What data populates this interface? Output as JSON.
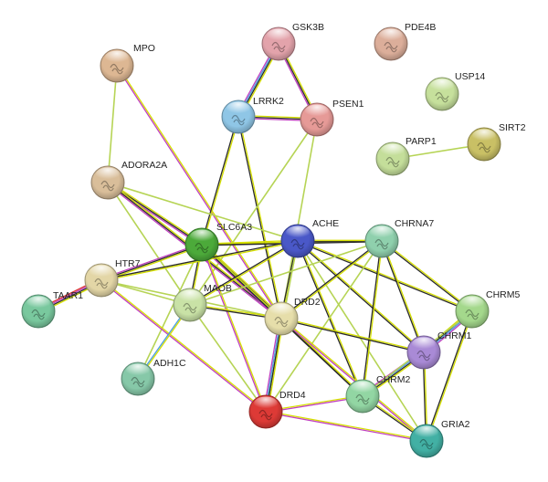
{
  "network": {
    "nodes": [
      {
        "id": "GSK3B",
        "label": "GSK3B",
        "color": "#e3a3ab"
      },
      {
        "id": "PDE4B",
        "label": "PDE4B",
        "color": "#dcae9a"
      },
      {
        "id": "MPO",
        "label": "MPO",
        "color": "#ddb793"
      },
      {
        "id": "USP14",
        "label": "USP14",
        "color": "#c6e09c"
      },
      {
        "id": "LRRK2",
        "label": "LRRK2",
        "color": "#8fc6e6"
      },
      {
        "id": "PSEN1",
        "label": "PSEN1",
        "color": "#e69a97"
      },
      {
        "id": "SIRT2",
        "label": "SIRT2",
        "color": "#c9c065"
      },
      {
        "id": "PARP1",
        "label": "PARP1",
        "color": "#c4de9a"
      },
      {
        "id": "ADORA2A",
        "label": "ADORA2A",
        "color": "#d9be9a"
      },
      {
        "id": "SLC6A3",
        "label": "SLC6A3",
        "color": "#4caa3a"
      },
      {
        "id": "ACHE",
        "label": "ACHE",
        "color": "#4a58c8"
      },
      {
        "id": "CHRNA7",
        "label": "CHRNA7",
        "color": "#8fd0ad"
      },
      {
        "id": "HTR7",
        "label": "HTR7",
        "color": "#e3d6a6"
      },
      {
        "id": "TAAR1",
        "label": "TAAR1",
        "color": "#79c89e"
      },
      {
        "id": "MAOB",
        "label": "MAOB",
        "color": "#c9e2a6"
      },
      {
        "id": "DRD2",
        "label": "DRD2",
        "color": "#e6deaa"
      },
      {
        "id": "CHRM5",
        "label": "CHRM5",
        "color": "#a4d88c"
      },
      {
        "id": "CHRM1",
        "label": "CHRM1",
        "color": "#a98ad6"
      },
      {
        "id": "ADH1C",
        "label": "ADH1C",
        "color": "#86c8a8"
      },
      {
        "id": "DRD4",
        "label": "DRD4",
        "color": "#dd3a36"
      },
      {
        "id": "CHRM2",
        "label": "CHRM2",
        "color": "#92d6a3"
      },
      {
        "id": "GRIA2",
        "label": "GRIA2",
        "color": "#42b0a4"
      }
    ],
    "edges": [
      {
        "source": "GSK3B",
        "target": "LRRK2",
        "colors": [
          "#d6e000",
          "#2a2a2a",
          "#4a9ee0",
          "#c040c0"
        ]
      },
      {
        "source": "GSK3B",
        "target": "PSEN1",
        "colors": [
          "#d6e000",
          "#2a2a2a",
          "#c040c0"
        ]
      },
      {
        "source": "LRRK2",
        "target": "PSEN1",
        "colors": [
          "#d6e000",
          "#2a2a2a",
          "#c040c0"
        ]
      },
      {
        "source": "PARP1",
        "target": "SIRT2",
        "colors": [
          "#b6d455"
        ]
      },
      {
        "source": "MPO",
        "target": "ADORA2A",
        "colors": [
          "#b6d455"
        ]
      },
      {
        "source": "MPO",
        "target": "DRD2",
        "colors": [
          "#d6e000",
          "#c040c0"
        ]
      },
      {
        "source": "LRRK2",
        "target": "SLC6A3",
        "colors": [
          "#d6e000",
          "#2a2a2a"
        ]
      },
      {
        "source": "LRRK2",
        "target": "DRD2",
        "colors": [
          "#d6e000",
          "#2a2a2a"
        ]
      },
      {
        "source": "PSEN1",
        "target": "MAOB",
        "colors": [
          "#b6d455"
        ]
      },
      {
        "source": "PSEN1",
        "target": "DRD2",
        "colors": [
          "#b6d455"
        ]
      },
      {
        "source": "ADORA2A",
        "target": "SLC6A3",
        "colors": [
          "#d6e000",
          "#2a2a2a",
          "#c040c0"
        ]
      },
      {
        "source": "ADORA2A",
        "target": "DRD2",
        "colors": [
          "#d6e000",
          "#2a2a2a",
          "#c040c0"
        ]
      },
      {
        "source": "ADORA2A",
        "target": "MAOB",
        "colors": [
          "#b6d455"
        ]
      },
      {
        "source": "ADORA2A",
        "target": "ACHE",
        "colors": [
          "#b6d455"
        ]
      },
      {
        "source": "SLC6A3",
        "target": "ACHE",
        "colors": [
          "#d6e000",
          "#2a2a2a"
        ]
      },
      {
        "source": "SLC6A3",
        "target": "CHRNA7",
        "colors": [
          "#d6e000",
          "#2a2a2a"
        ]
      },
      {
        "source": "SLC6A3",
        "target": "HTR7",
        "colors": [
          "#d6e000",
          "#2a2a2a",
          "#c040c0"
        ]
      },
      {
        "source": "SLC6A3",
        "target": "MAOB",
        "colors": [
          "#d6e000",
          "#2a2a2a"
        ]
      },
      {
        "source": "SLC6A3",
        "target": "DRD2",
        "colors": [
          "#d6e000",
          "#2a2a2a",
          "#4a9ee0",
          "#c040c0"
        ]
      },
      {
        "source": "SLC6A3",
        "target": "DRD4",
        "colors": [
          "#d6e000",
          "#c040c0"
        ]
      },
      {
        "source": "SLC6A3",
        "target": "CHRM2",
        "colors": [
          "#d6e000",
          "#2a2a2a"
        ]
      },
      {
        "source": "SLC6A3",
        "target": "ADH1C",
        "colors": [
          "#b6d455"
        ]
      },
      {
        "source": "ACHE",
        "target": "CHRNA7",
        "colors": [
          "#d6e000",
          "#2a2a2a"
        ]
      },
      {
        "source": "ACHE",
        "target": "HTR7",
        "colors": [
          "#d6e000",
          "#2a2a2a"
        ]
      },
      {
        "source": "ACHE",
        "target": "MAOB",
        "colors": [
          "#d6e000",
          "#2a2a2a"
        ]
      },
      {
        "source": "ACHE",
        "target": "DRD2",
        "colors": [
          "#d6e000",
          "#2a2a2a"
        ]
      },
      {
        "source": "ACHE",
        "target": "CHRM5",
        "colors": [
          "#d6e000",
          "#2a2a2a"
        ]
      },
      {
        "source": "ACHE",
        "target": "CHRM1",
        "colors": [
          "#d6e000",
          "#2a2a2a"
        ]
      },
      {
        "source": "ACHE",
        "target": "CHRM2",
        "colors": [
          "#d6e000",
          "#2a2a2a"
        ]
      },
      {
        "source": "ACHE",
        "target": "DRD4",
        "colors": [
          "#b6d455"
        ]
      },
      {
        "source": "ACHE",
        "target": "GRIA2",
        "colors": [
          "#b6d455"
        ]
      },
      {
        "source": "CHRNA7",
        "target": "CHRM5",
        "colors": [
          "#d6e000",
          "#2a2a2a"
        ]
      },
      {
        "source": "CHRNA7",
        "target": "CHRM1",
        "colors": [
          "#d6e000",
          "#2a2a2a"
        ]
      },
      {
        "source": "CHRNA7",
        "target": "CHRM2",
        "colors": [
          "#d6e000",
          "#2a2a2a"
        ]
      },
      {
        "source": "CHRNA7",
        "target": "DRD2",
        "colors": [
          "#d6e000",
          "#2a2a2a"
        ]
      },
      {
        "source": "CHRNA7",
        "target": "DRD4",
        "colors": [
          "#b6d455"
        ]
      },
      {
        "source": "CHRNA7",
        "target": "MAOB",
        "colors": [
          "#b6d455"
        ]
      },
      {
        "source": "HTR7",
        "target": "TAAR1",
        "colors": [
          "#d6e000",
          "#2a2a2a",
          "#c040c0",
          "#dd3a36"
        ]
      },
      {
        "source": "HTR7",
        "target": "MAOB",
        "colors": [
          "#b6d455"
        ]
      },
      {
        "source": "HTR7",
        "target": "DRD2",
        "colors": [
          "#b6d455"
        ]
      },
      {
        "source": "HTR7",
        "target": "DRD4",
        "colors": [
          "#d6e000",
          "#c040c0"
        ]
      },
      {
        "source": "MAOB",
        "target": "DRD2",
        "colors": [
          "#d6e000",
          "#2a2a2a"
        ]
      },
      {
        "source": "MAOB",
        "target": "ADH1C",
        "colors": [
          "#d6e000",
          "#4a9ee0"
        ]
      },
      {
        "source": "MAOB",
        "target": "DRD4",
        "colors": [
          "#b6d455"
        ]
      },
      {
        "source": "DRD2",
        "target": "DRD4",
        "colors": [
          "#d6e000",
          "#2a2a2a",
          "#4a9ee0",
          "#c040c0"
        ]
      },
      {
        "source": "DRD2",
        "target": "CHRM1",
        "colors": [
          "#d6e000",
          "#2a2a2a"
        ]
      },
      {
        "source": "DRD2",
        "target": "CHRM2",
        "colors": [
          "#d6e000",
          "#2a2a2a"
        ]
      },
      {
        "source": "DRD2",
        "target": "GRIA2",
        "colors": [
          "#d6e000",
          "#c040c0"
        ]
      },
      {
        "source": "CHRM1",
        "target": "CHRM5",
        "colors": [
          "#d6e000",
          "#2a2a2a",
          "#4a9ee0",
          "#c040c0"
        ]
      },
      {
        "source": "CHRM1",
        "target": "CHRM2",
        "colors": [
          "#d6e000",
          "#2a2a2a",
          "#4a9ee0",
          "#c040c0"
        ]
      },
      {
        "source": "CHRM1",
        "target": "GRIA2",
        "colors": [
          "#d6e000",
          "#2a2a2a"
        ]
      },
      {
        "source": "CHRM2",
        "target": "CHRM5",
        "colors": [
          "#b6d455"
        ]
      },
      {
        "source": "CHRM2",
        "target": "GRIA2",
        "colors": [
          "#d6e000",
          "#2a2a2a"
        ]
      },
      {
        "source": "CHRM5",
        "target": "GRIA2",
        "colors": [
          "#d6e000",
          "#2a2a2a"
        ]
      },
      {
        "source": "DRD4",
        "target": "CHRM2",
        "colors": [
          "#d6e000",
          "#c040c0"
        ]
      },
      {
        "source": "DRD4",
        "target": "GRIA2",
        "colors": [
          "#d6e000",
          "#c040c0"
        ]
      }
    ]
  }
}
